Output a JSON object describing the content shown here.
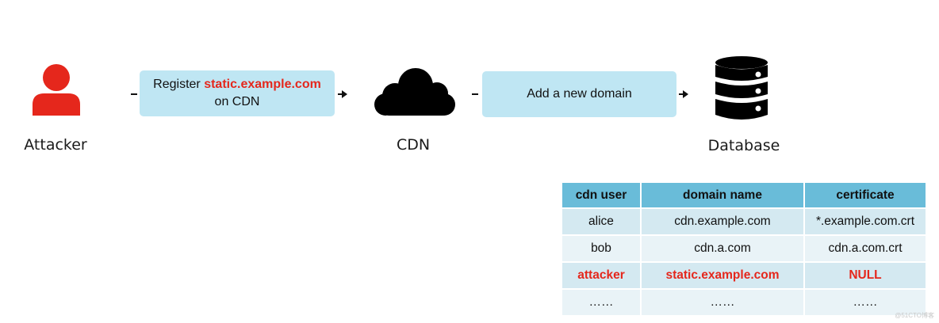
{
  "nodes": {
    "attacker": {
      "label": "Attacker"
    },
    "cdn": {
      "label": "CDN"
    },
    "database": {
      "label": "Database"
    }
  },
  "steps": {
    "register": {
      "prefix": "Register ",
      "domain": "static.example.com",
      "suffix": "on CDN"
    },
    "add_domain": {
      "label": "Add a new domain"
    }
  },
  "table": {
    "headers": [
      "cdn user",
      "domain name",
      "certificate"
    ],
    "rows": [
      [
        "alice",
        "cdn.example.com",
        "*.example.com.crt"
      ],
      [
        "bob",
        "cdn.a.com",
        "cdn.a.com.crt"
      ],
      [
        "attacker",
        "static.example.com",
        "NULL"
      ],
      [
        "……",
        "……",
        "……"
      ]
    ]
  },
  "colors": {
    "accent_red": "#e5271c",
    "box_fill": "#bfe6f3",
    "table_header": "#69bcd9"
  },
  "watermark": "@51CTO博客"
}
